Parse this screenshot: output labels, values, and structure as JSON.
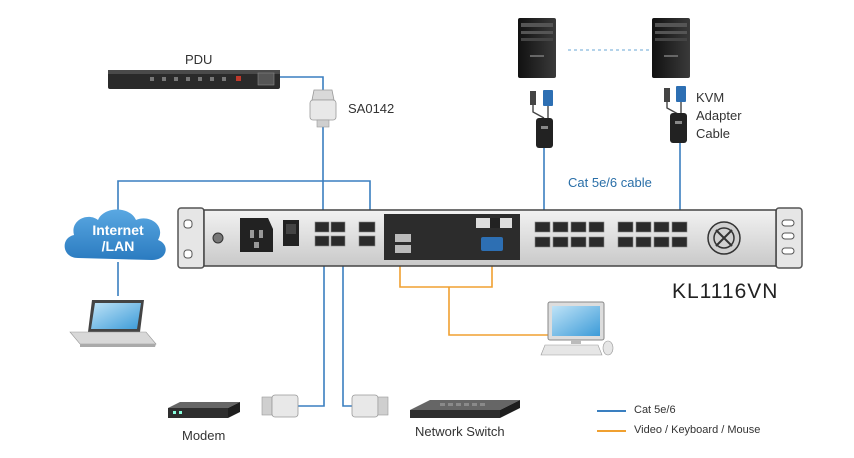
{
  "labels": {
    "pdu": "PDU",
    "sa0142": "SA0142",
    "kvm_adapter": [
      "KVM",
      "Adapter",
      "Cable"
    ],
    "cat_cable": "Cat 5e/6 cable",
    "internet": [
      "Internet",
      "/LAN"
    ],
    "model": "KL1116VN",
    "modem": "Modem",
    "network_switch": "Network Switch"
  },
  "legend": [
    {
      "label": "Cat 5e/6",
      "color": "#3a7fc0"
    },
    {
      "label": "Video / Keyboard / Mouse",
      "color": "#f0a030"
    }
  ],
  "colors": {
    "cat_cable": "#3a7fc0",
    "vkm_cable": "#f0a030",
    "cloud": "#3b8fd0",
    "device_dark": "#2b2b2b"
  }
}
